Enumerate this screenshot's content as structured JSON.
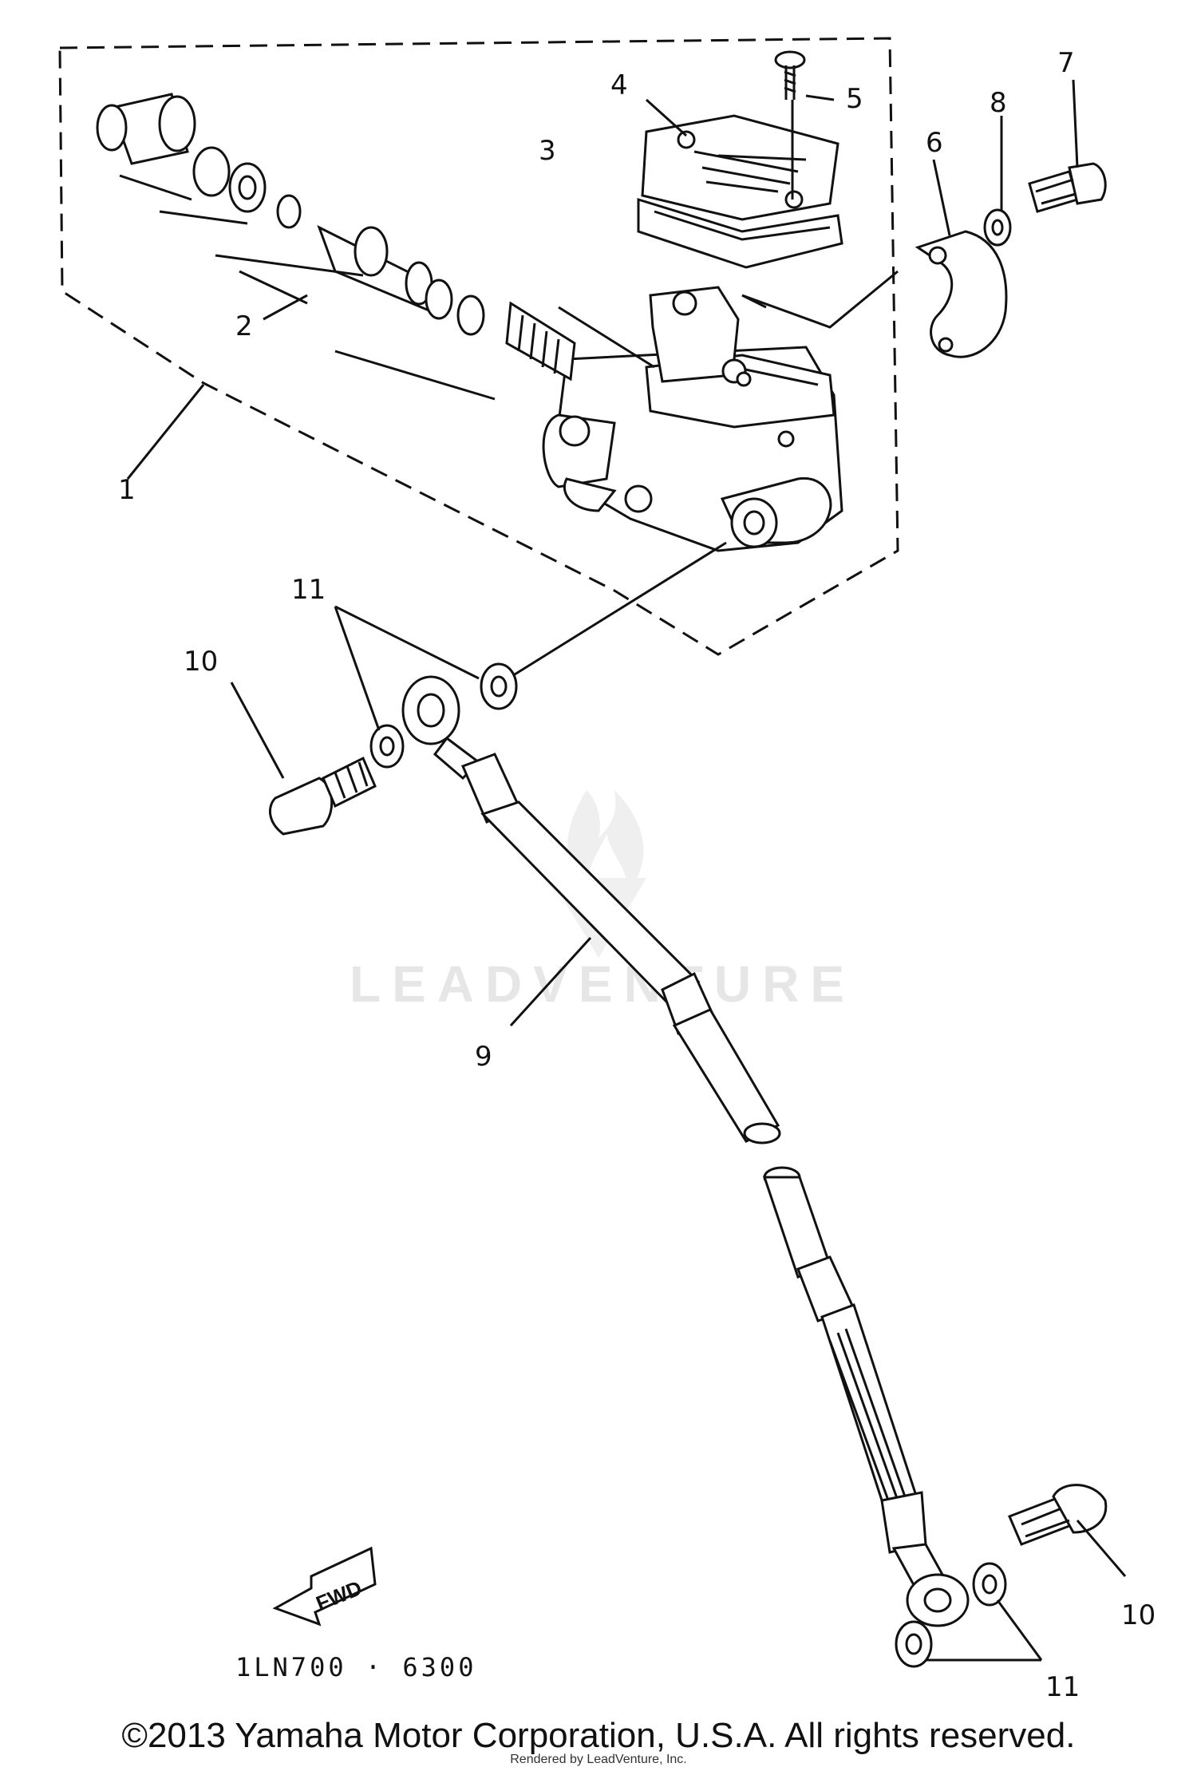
{
  "diagram": {
    "callouts": [
      "1",
      "2",
      "3",
      "4",
      "5",
      "6",
      "7",
      "8",
      "9",
      "10",
      "11",
      "10",
      "11"
    ],
    "reference_code": "1LN700 · 6300",
    "fwd_label": "FWD",
    "watermark": "LEADVENTURE",
    "copyright": "©2013 Yamaha Motor Corporation, U.S.A. All rights reserved.",
    "rendered_by": "Rendered by LeadVenture, Inc."
  }
}
